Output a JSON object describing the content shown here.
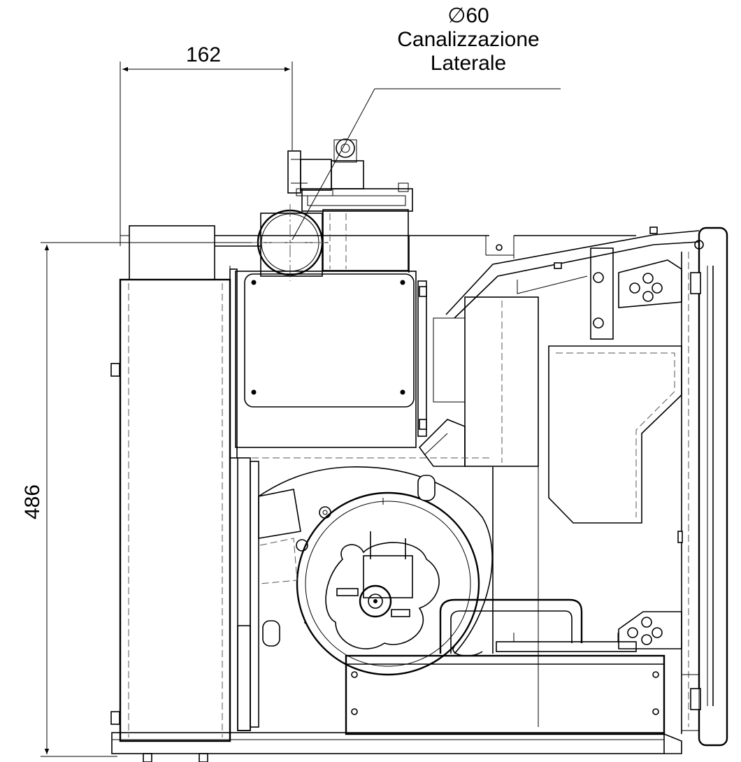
{
  "drawing": {
    "dimensions": {
      "width_dim": "162",
      "height_dim": "486"
    },
    "callout": {
      "symbol": "∅",
      "size": "60",
      "line1": "Canalizzazione",
      "line2": "Laterale"
    }
  }
}
